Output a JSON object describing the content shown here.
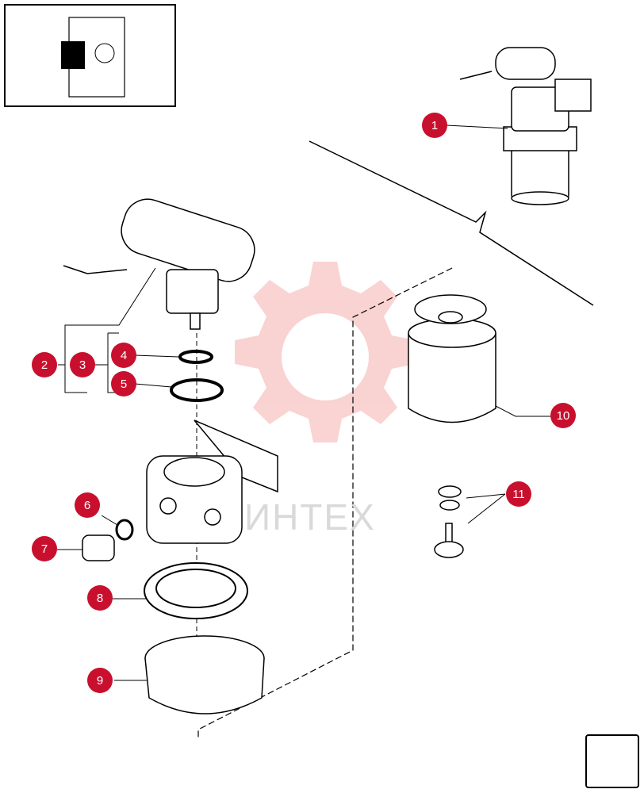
{
  "watermark": {
    "text": "ИНТЕХ",
    "color": "#f5b5b5"
  },
  "accent_color": "#c8102e",
  "thumbnail": {
    "icon": "engine-location-thumbnail"
  },
  "callouts": [
    {
      "id": "1",
      "label": "1"
    },
    {
      "id": "2",
      "label": "2"
    },
    {
      "id": "3",
      "label": "3"
    },
    {
      "id": "4",
      "label": "4"
    },
    {
      "id": "5",
      "label": "5"
    },
    {
      "id": "6",
      "label": "6"
    },
    {
      "id": "7",
      "label": "7"
    },
    {
      "id": "8",
      "label": "8"
    },
    {
      "id": "9",
      "label": "9"
    },
    {
      "id": "10",
      "label": "10"
    },
    {
      "id": "11",
      "label": "11"
    }
  ],
  "nav_button": {
    "icon": "next-page-arrow-icon"
  }
}
